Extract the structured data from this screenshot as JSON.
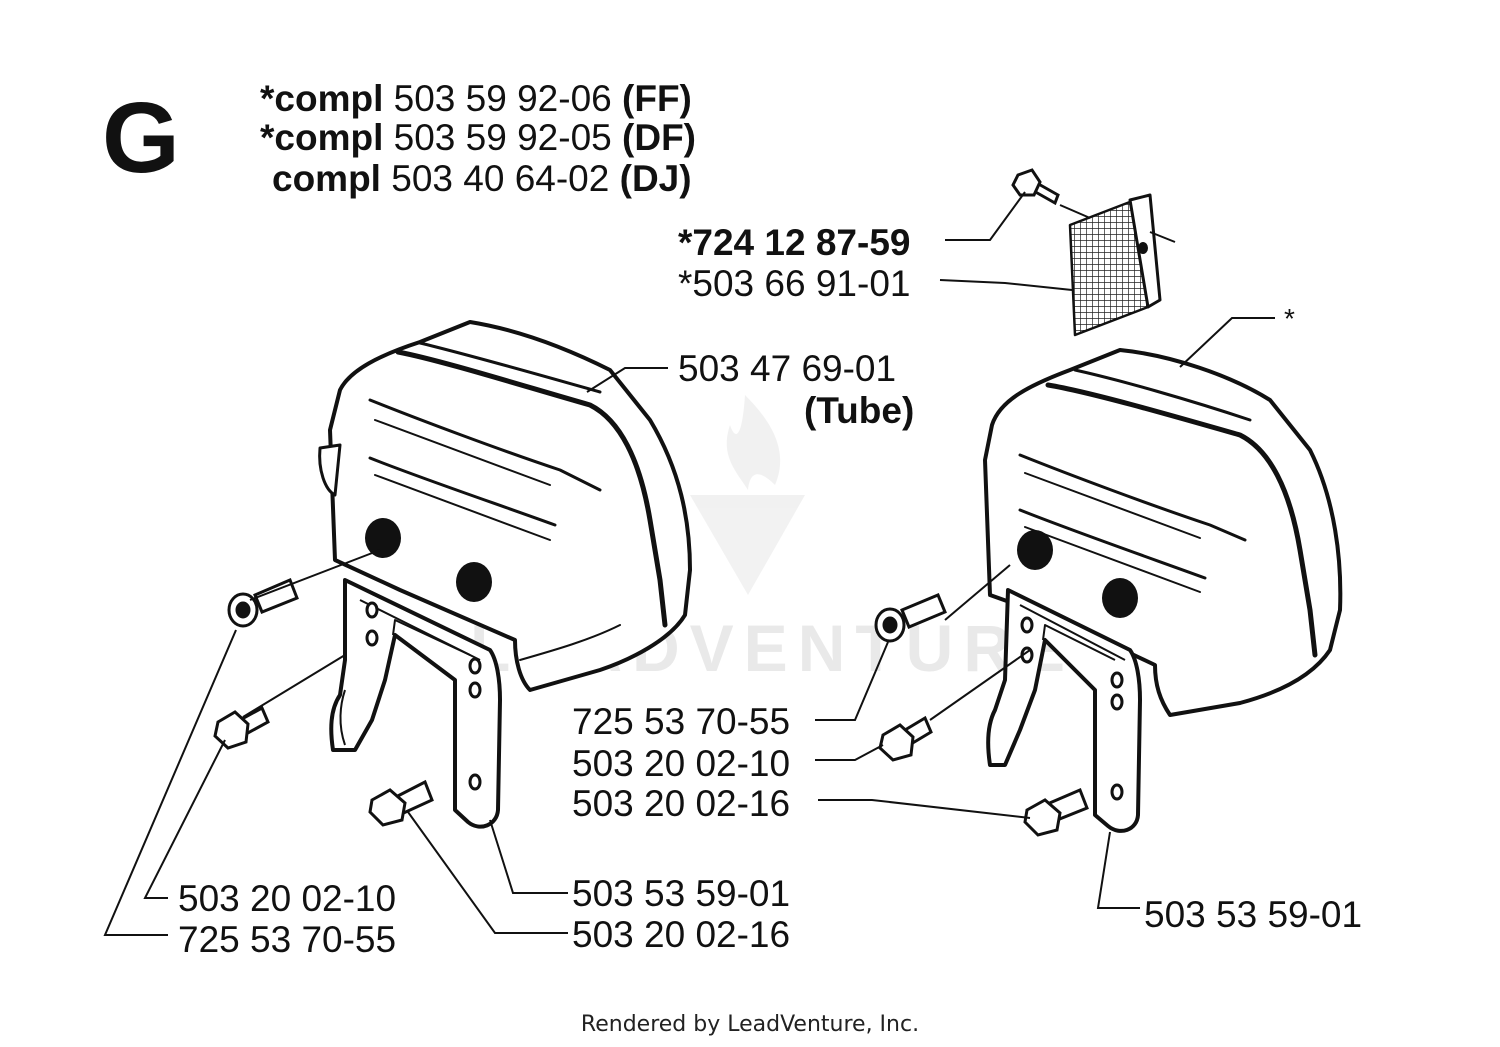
{
  "section": {
    "letter": "G"
  },
  "header": {
    "lines": [
      {
        "prefix": "*",
        "keyword": "compl",
        "part": "503 59 92-06",
        "variant": "(FF)"
      },
      {
        "prefix": "*",
        "keyword": "compl",
        "part": "503 59 92-05",
        "variant": "(DF)"
      },
      {
        "prefix": "",
        "keyword": "compl",
        "part": "503 40 64-02",
        "variant": "(DJ)"
      }
    ]
  },
  "callouts": {
    "screen_kit": "*724 12 87-59",
    "screen": "*503 66 91-01",
    "muffler_left": "503 47 69-01",
    "muffler_left_note": "(Tube)",
    "muffler_right_mark": "*",
    "mid_bolt_a": "725 53 70-55",
    "mid_bolt_b": "503 20 02-10",
    "mid_bolt_c": "503 20 02-16",
    "bracket_left": "503 53 59-01",
    "bolt_left_c": "503 20 02-16",
    "bolt_left_b": "503 20 02-10",
    "bolt_left_a": "725 53 70-55",
    "bracket_right": "503 53 59-01"
  },
  "watermark": "LEADVENTURE",
  "footer": "Rendered by LeadVenture, Inc."
}
